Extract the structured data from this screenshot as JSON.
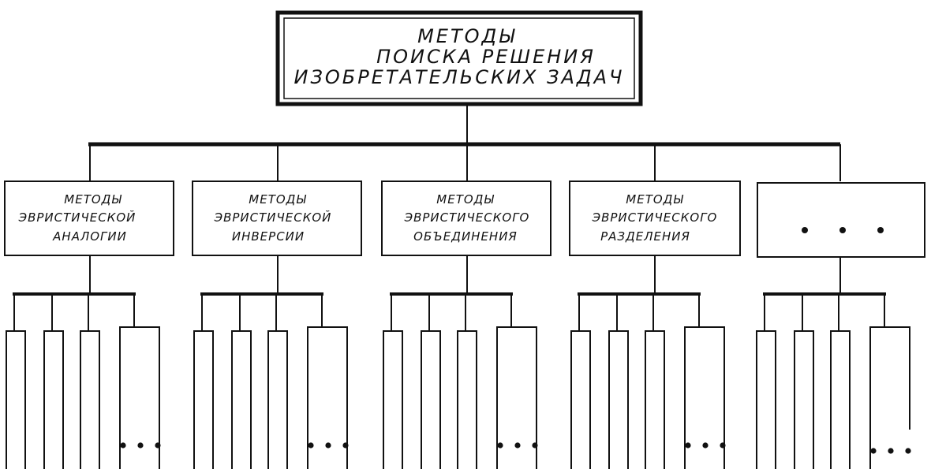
{
  "root": {
    "lines": [
      "МЕТОДЫ",
      "ПОИСКА РЕШЕНИЯ",
      "ИЗОБРЕТАТЕЛЬСКИХ ЗАДАЧ"
    ]
  },
  "branches": [
    {
      "lines": [
        "МЕТОДЫ",
        "ЭВРИСТИЧЕСКОЙ",
        "АНАЛОГИИ"
      ]
    },
    {
      "lines": [
        "МЕТОДЫ",
        "ЭВРИСТИЧЕСКОЙ",
        "ИНВЕРСИИ"
      ]
    },
    {
      "lines": [
        "МЕТОДЫ",
        "ЭВРИСТИЧЕСКОГО",
        "ОБЪЕДИНЕНИЯ"
      ]
    },
    {
      "lines": [
        "МЕТОДЫ",
        "ЭВРИСТИЧЕСКОГО",
        "РАЗДЕЛЕНИЯ"
      ]
    },
    {
      "lines": [],
      "ellipsis": true
    }
  ],
  "leaves_per_branch": 3,
  "colors": {
    "ink": "#111111",
    "background": "#ffffff"
  }
}
